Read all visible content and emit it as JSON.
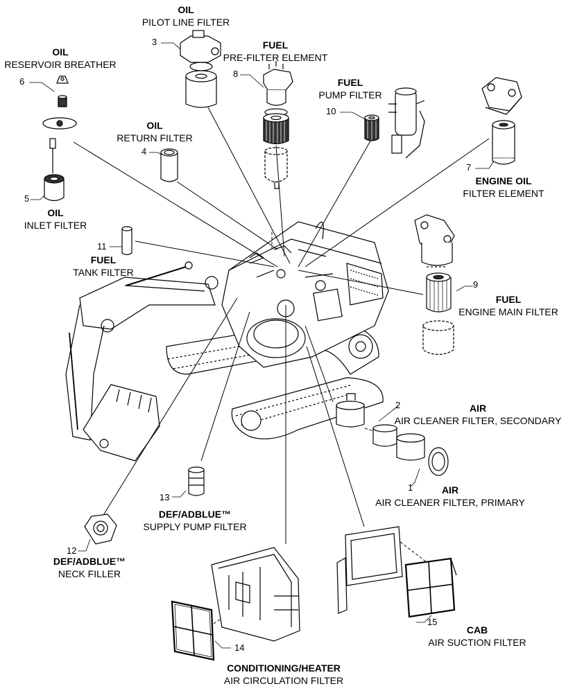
{
  "filters": [
    {
      "id": "3",
      "number": "3",
      "category": "OIL",
      "description": "PILOT LINE FILTER"
    },
    {
      "id": "8",
      "number": "8",
      "category": "FUEL",
      "description": "PRE-FILTER ELEMENT"
    },
    {
      "id": "6",
      "number": "6",
      "category": "OIL",
      "description": "RESERVOIR BREATHER"
    },
    {
      "id": "10",
      "number": "10",
      "category": "FUEL",
      "description": "PUMP FILTER"
    },
    {
      "id": "4",
      "number": "4",
      "category": "OIL",
      "description": "RETURN FILTER"
    },
    {
      "id": "7",
      "number": "7",
      "category": "ENGINE OIL",
      "description": "FILTER ELEMENT"
    },
    {
      "id": "5",
      "number": "5",
      "category": "OIL",
      "description": "INLET FILTER"
    },
    {
      "id": "11",
      "number": "11",
      "category": "FUEL",
      "description": "TANK FILTER"
    },
    {
      "id": "9",
      "number": "9",
      "category": "FUEL",
      "description": "ENGINE MAIN FILTER"
    },
    {
      "id": "2",
      "number": "2",
      "category": "AIR",
      "description": "AIR CLEANER FILTER, SECONDARY"
    },
    {
      "id": "1",
      "number": "1",
      "category": "AIR",
      "description": "AIR CLEANER FILTER, PRIMARY"
    },
    {
      "id": "13",
      "number": "13",
      "category": "DEF/ADBLUE™",
      "description": "SUPPLY PUMP FILTER"
    },
    {
      "id": "12",
      "number": "12",
      "category": "DEF/ADBLUE™",
      "description": "NECK FILLER"
    },
    {
      "id": "15",
      "number": "15",
      "category": "CAB",
      "description": "AIR SUCTION FILTER"
    },
    {
      "id": "14",
      "number": "14",
      "category": "CONDITIONING/HEATER",
      "description": "AIR CIRCULATION FILTER"
    }
  ]
}
